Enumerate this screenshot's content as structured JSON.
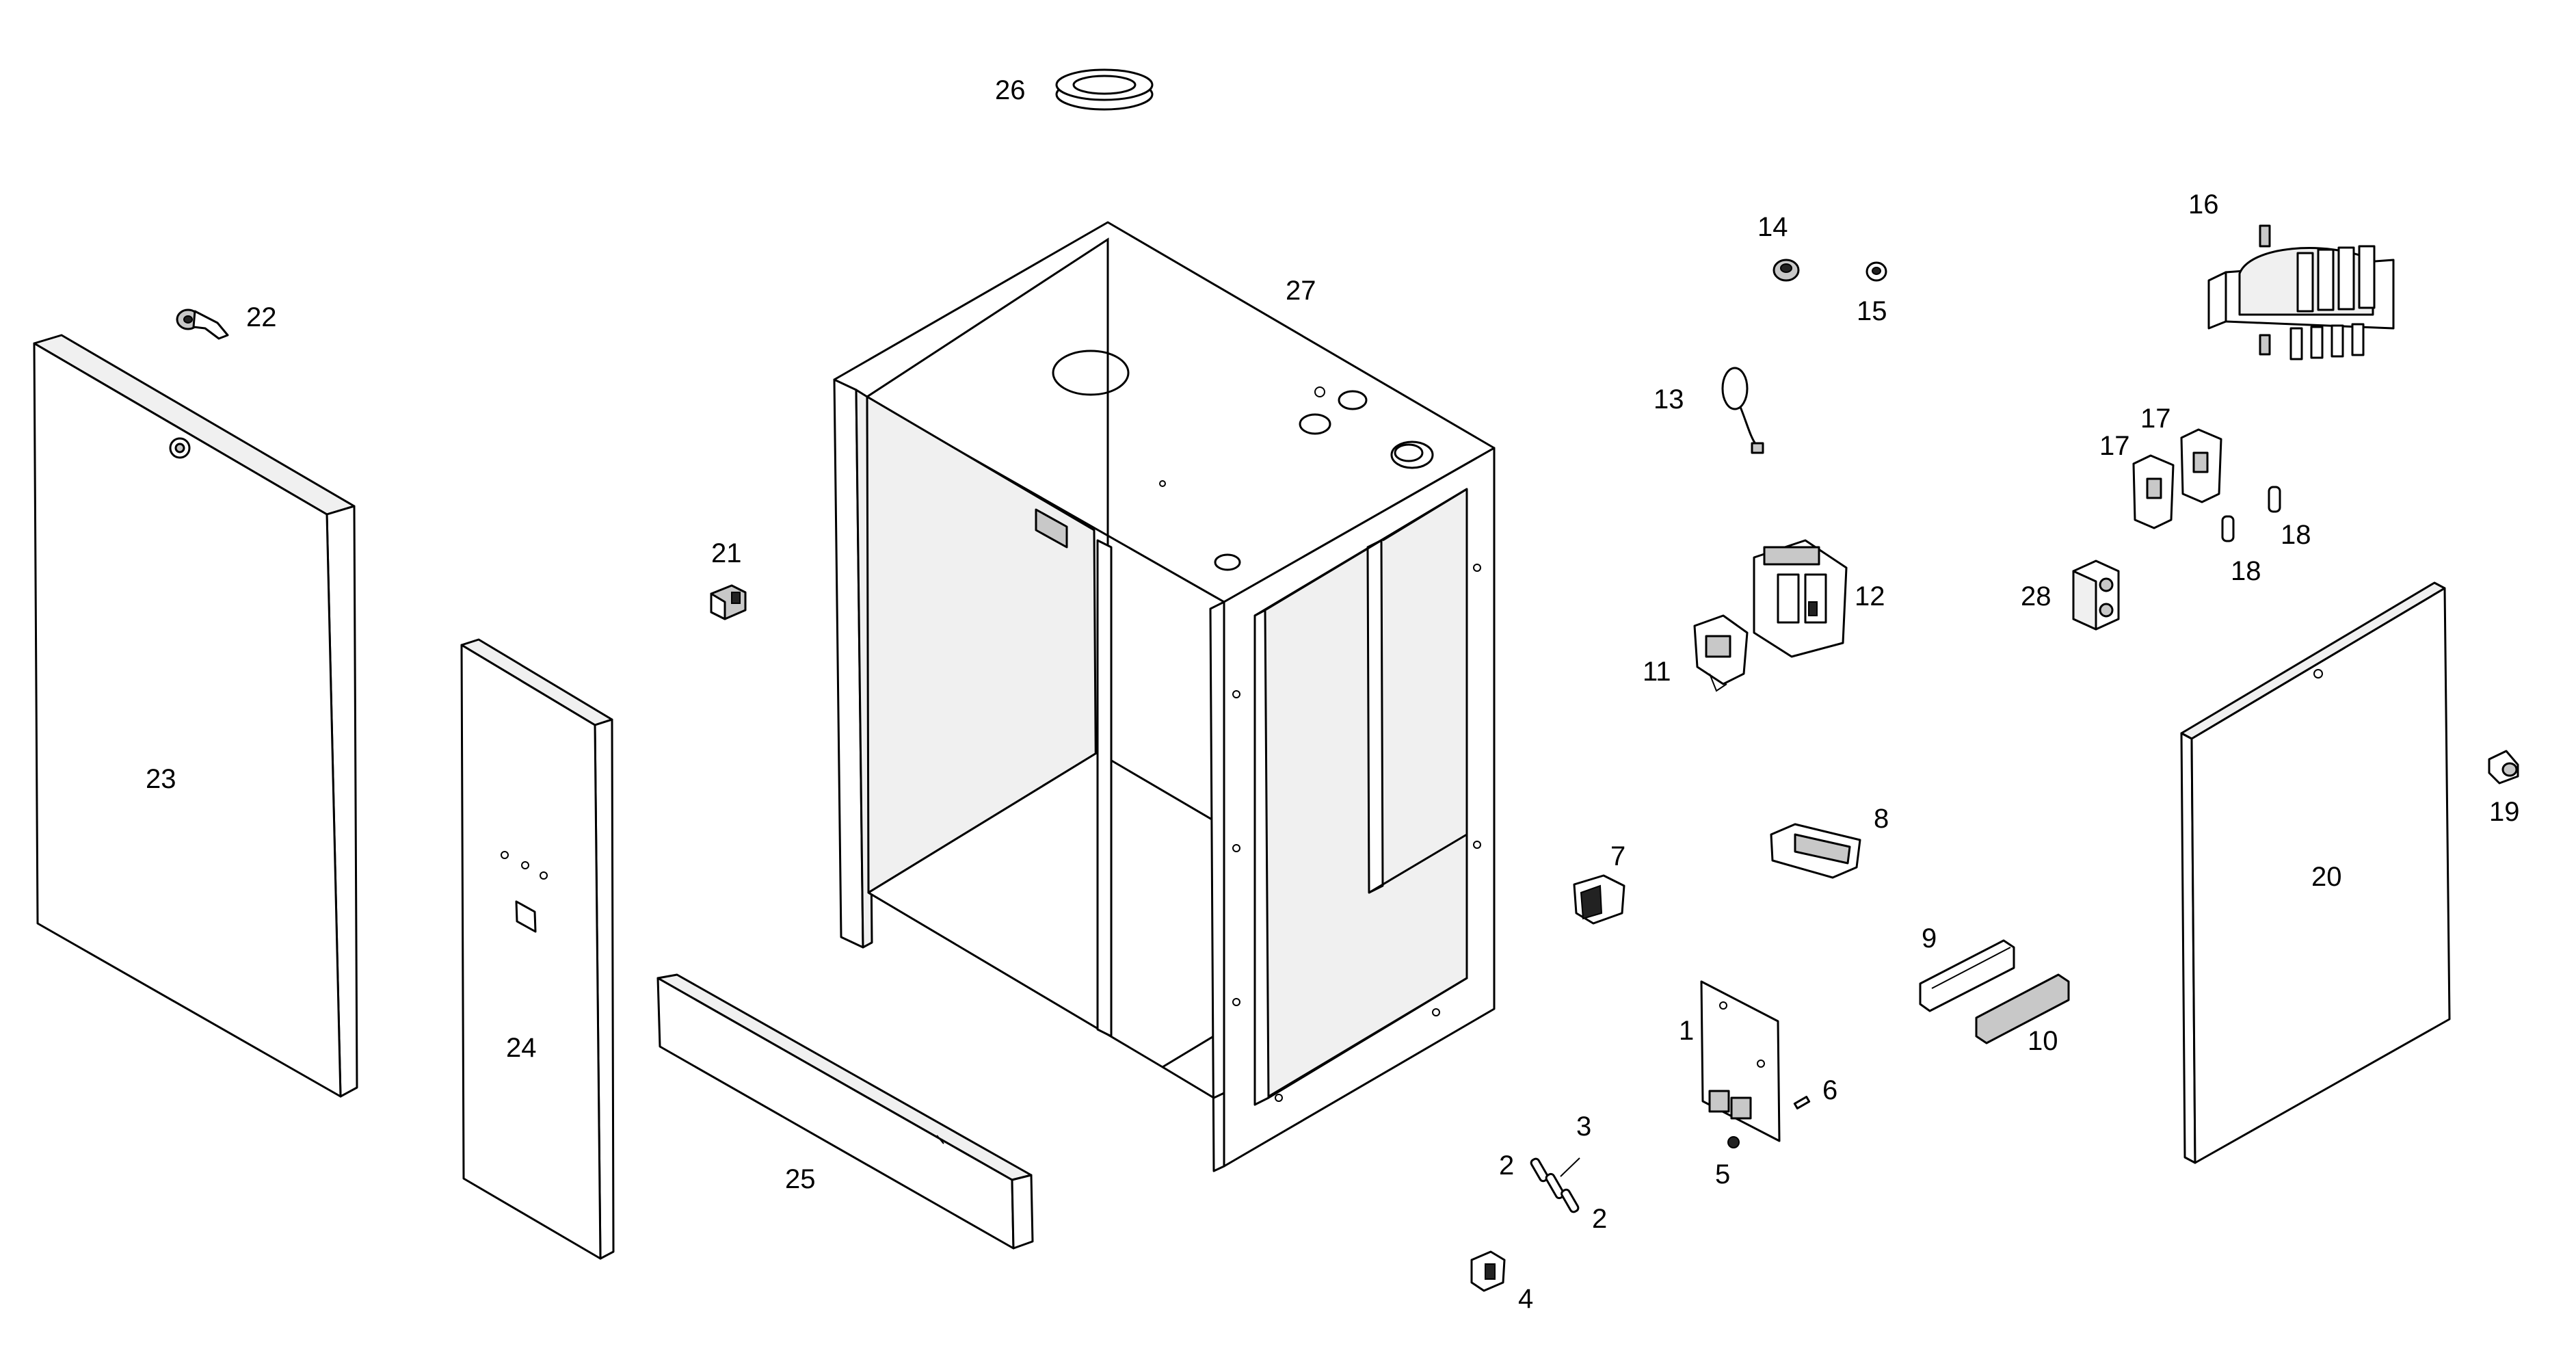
{
  "diagram": {
    "labels": {
      "1": "1",
      "2a": "2",
      "2b": "2",
      "3": "3",
      "4": "4",
      "5": "5",
      "6": "6",
      "7": "7",
      "8": "8",
      "9": "9",
      "10": "10",
      "11": "11",
      "12": "12",
      "13": "13",
      "14": "14",
      "15": "15",
      "16": "16",
      "17a": "17",
      "17b": "17",
      "18a": "18",
      "18b": "18",
      "19": "19",
      "20": "20",
      "21": "21",
      "22": "22",
      "23": "23",
      "24": "24",
      "25": "25",
      "26": "26",
      "27": "27",
      "28": "28"
    }
  }
}
